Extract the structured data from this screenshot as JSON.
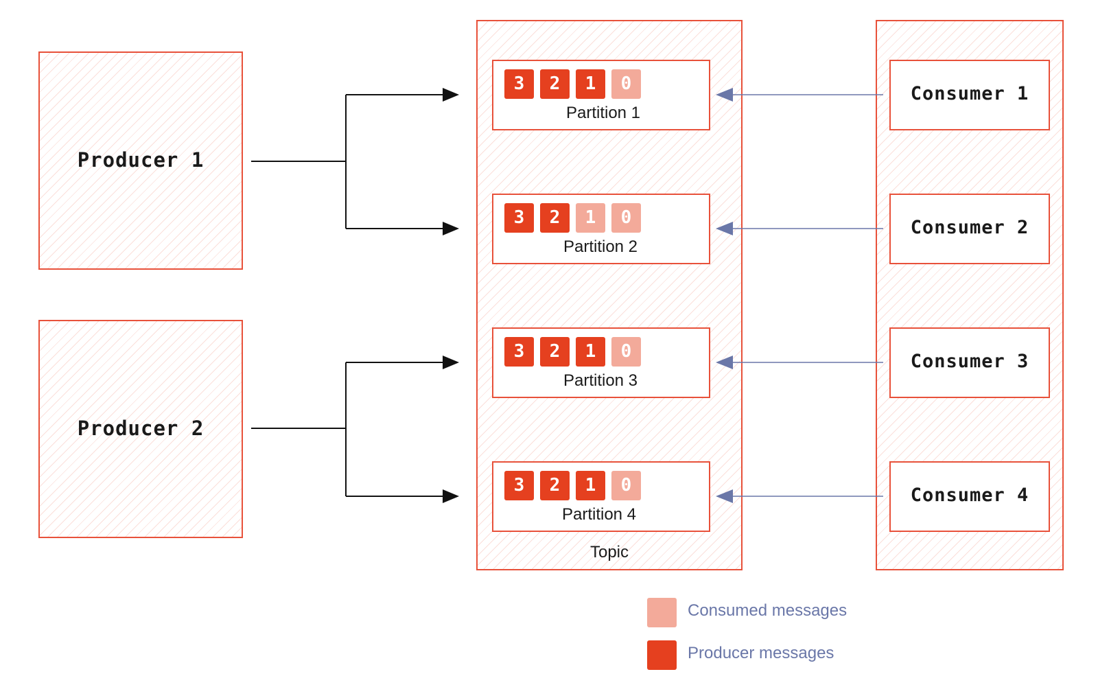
{
  "producers": [
    {
      "label": "Producer 1"
    },
    {
      "label": "Producer 2"
    }
  ],
  "topic": {
    "label": "Topic",
    "partitions": [
      {
        "label": "Partition 1",
        "messages": [
          {
            "text": "3",
            "state": "produced"
          },
          {
            "text": "2",
            "state": "produced"
          },
          {
            "text": "1",
            "state": "produced"
          },
          {
            "text": "0",
            "state": "consumed"
          }
        ]
      },
      {
        "label": "Partition 2",
        "messages": [
          {
            "text": "3",
            "state": "produced"
          },
          {
            "text": "2",
            "state": "produced"
          },
          {
            "text": "1",
            "state": "consumed"
          },
          {
            "text": "0",
            "state": "consumed"
          }
        ]
      },
      {
        "label": "Partition 3",
        "messages": [
          {
            "text": "3",
            "state": "produced"
          },
          {
            "text": "2",
            "state": "produced"
          },
          {
            "text": "1",
            "state": "produced"
          },
          {
            "text": "0",
            "state": "consumed"
          }
        ]
      },
      {
        "label": "Partition 4",
        "messages": [
          {
            "text": "3",
            "state": "produced"
          },
          {
            "text": "2",
            "state": "produced"
          },
          {
            "text": "1",
            "state": "produced"
          },
          {
            "text": "0",
            "state": "consumed"
          }
        ]
      }
    ]
  },
  "consumers": [
    {
      "label": "Consumer 1"
    },
    {
      "label": "Consumer 2"
    },
    {
      "label": "Consumer 3"
    },
    {
      "label": "Consumer 4"
    }
  ],
  "legend": {
    "consumed": {
      "label": "Consumed messages",
      "color": "#f3aa9a"
    },
    "produced": {
      "label": "Producer messages",
      "color": "#e5401f"
    }
  },
  "colors": {
    "border": "#e8513a",
    "produced": "#e5401f",
    "consumed": "#f3aa9a",
    "producer_arrow": "#111111",
    "consumer_arrow": "#6a77a8"
  }
}
